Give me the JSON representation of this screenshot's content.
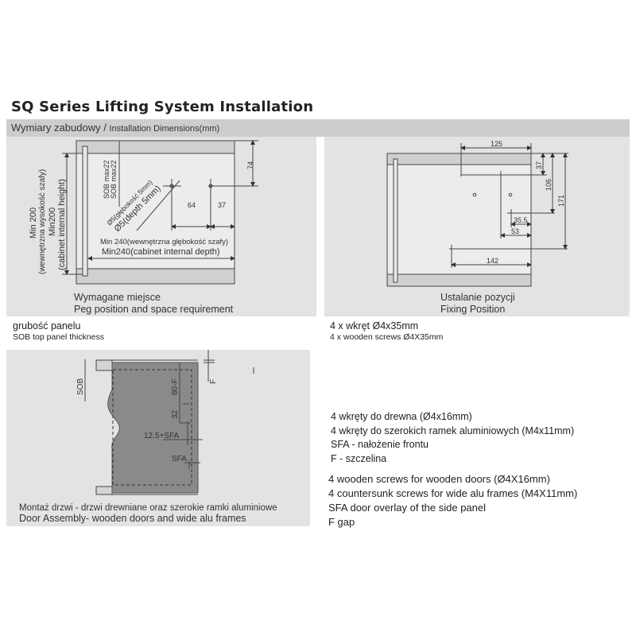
{
  "title": "SQ Series Lifting System Installation",
  "section_header": {
    "pl": "Wymiary zabudowy / ",
    "en": "Installation Dimensions(mm)"
  },
  "peg_panel": {
    "caption_pl": "Wymagane miejsce",
    "caption_en": "Peg position and space requirement",
    "height_pl_1": "Min 200",
    "height_pl_2": "(wewnętrzna wysokość szafy)",
    "height_en_1": "Min200",
    "height_en_2": "(cabinet internal height)",
    "sob_1": "SOB max22",
    "sob_2": "SOB max22",
    "hole_pl": "Ø5(głębokość 5mm)",
    "hole_en": "Ø5(depth 5mm)",
    "depth_pl": "Min 240(wewnętrzna głębokość szafy)",
    "depth_en": "Min240(cabinet internal depth)",
    "dim_74": "74",
    "dim_64": "64",
    "dim_37": "37"
  },
  "fixing_panel": {
    "caption_pl": "Ustalanie pozycji",
    "caption_en": "Fixing Position",
    "dims": {
      "d125": "125",
      "d37": "37",
      "d106": "106",
      "d171": "171",
      "d35_5": "35.5",
      "d53": "53",
      "d142": "142"
    }
  },
  "panel_thickness": {
    "pl": "grubość panelu",
    "en": "SOB top panel thickness"
  },
  "screws_35": {
    "pl": "4 x wkręt Ø4x35mm",
    "en": "4 x wooden screws  Ø4X35mm"
  },
  "door_panel": {
    "caption_pl": "Montaż drzwi - drzwi drewniane oraz szerokie ramki aluminiowe",
    "caption_en": "Door Assembly- wooden doors and wide alu frames",
    "sob": "SOB",
    "f": "F",
    "d80f": "80-F",
    "d32": "32",
    "d125sfa": "12.5+SFA",
    "sfa": "SFA"
  },
  "notes_pl": [
    "4 wkręty do drewna (Ø4x16mm)",
    "4 wkręty do szerokich ramek aluminiowych (M4x11mm)",
    "SFA - nałożenie frontu",
    "F - szczelina"
  ],
  "notes_en": [
    "4 wooden screws for wooden doors (Ø4X16mm)",
    "4 countersunk screws for wide alu frames (M4X11mm)",
    "SFA door overlay of the side panel",
    "F gap"
  ]
}
